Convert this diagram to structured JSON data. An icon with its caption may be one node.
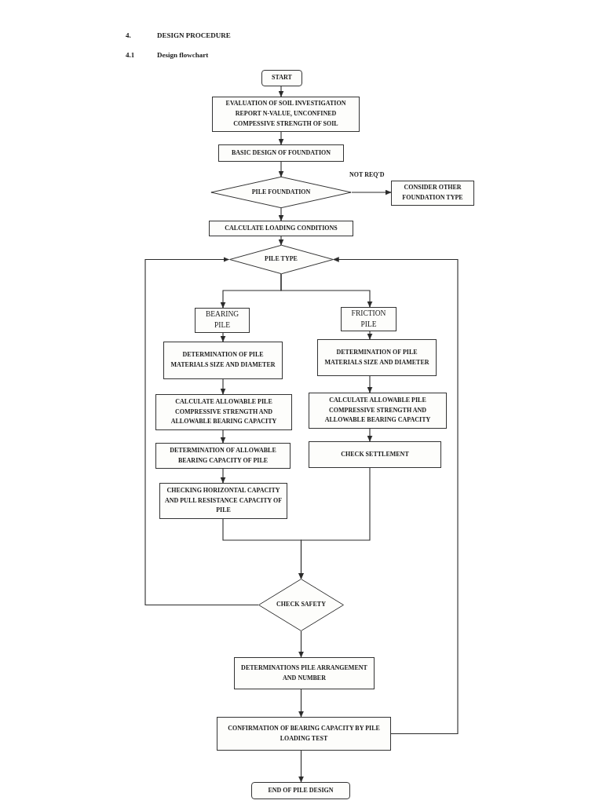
{
  "diagram": {
    "nodes": [
      {
        "text": [
          "START"
        ]
      },
      {
        "text": [
          "EVALUATION OF SOIL INVESTIGATION REPORT N-VALUE, UNCONFINED COMPESSIVE STRENGTH OF SOIL"
        ]
      },
      {
        "text": [
          "BASIC DESIGN OF FOUNDATION"
        ]
      },
      {
        "text": [
          "PILE FOUNDATION"
        ]
      },
      {
        "text": [
          "CONSIDER OTHER FOUNDATION TYPE"
        ]
      },
      {
        "text": [
          "CALCULATE LOADING CONDITIONS"
        ]
      },
      {
        "text": [
          "PILE TYPE"
        ]
      },
      {
        "text": [
          "BEARING PILE"
        ]
      },
      {
        "text": [
          "FRICTION PILE"
        ]
      },
      {
        "text": [
          "DETERMINATION OF PILE MATERIALS SIZE AND DIAMETER"
        ]
      },
      {
        "text": [
          "DETERMINATION OF PILE MATERIALS SIZE AND DIAMETER"
        ]
      },
      {
        "text": [
          "CALCULATE ALLOWABLE PILE COMPRESSIVE STRENGTH AND ALLOWABLE BEARING CAPACITY"
        ]
      },
      {
        "text": [
          "CALCULATE ALLOWABLE PILE COMPRESSIVE STRENGTH AND ALLOWABLE BEARING CAPACITY"
        ]
      },
      {
        "text": [
          "DETERMINATION OF ALLOWABLE BEARING CAPACITY OF PILE"
        ]
      },
      {
        "text": [
          "CHECK SETTLEMENT"
        ]
      },
      {
        "text": [
          "CHECKING HORIZONTAL CAPACITY AND PULL RESISTANCE CAPACITY OF PILE"
        ]
      },
      {
        "text": [
          "CHECK SAFETY"
        ]
      },
      {
        "text": [
          "DETERMINATIONS PILE ARRANGEMENT AND NUMBER"
        ]
      },
      {
        "text": [
          "CONFIRMATION OF BEARING CAPACITY BY PILE LOADING TEST"
        ]
      },
      {
        "text": [
          "END OF PILE DESIGN"
        ]
      }
    ],
    "edges": [
      {
        "from": 0,
        "to": 1,
        "arrow": "to"
      },
      {
        "from": 1,
        "to": 2,
        "arrow": "to"
      },
      {
        "from": 2,
        "to": 3,
        "arrow": "to"
      },
      {
        "from": 3,
        "to": 4,
        "arrow": "to",
        "label": "NOT REQ'D"
      },
      {
        "from": 3,
        "to": 5,
        "arrow": "to"
      },
      {
        "from": 5,
        "to": 6,
        "arrow": "to"
      },
      {
        "from": 6,
        "to": 7,
        "arrow": "to"
      },
      {
        "from": 6,
        "to": 8,
        "arrow": "to"
      },
      {
        "from": 7,
        "to": 9,
        "arrow": "to"
      },
      {
        "from": 9,
        "to": 11,
        "arrow": "to"
      },
      {
        "from": 11,
        "to": 13,
        "arrow": "to"
      },
      {
        "from": 13,
        "to": 15,
        "arrow": "to"
      },
      {
        "from": 8,
        "to": 10,
        "arrow": "to"
      },
      {
        "from": 10,
        "to": 12,
        "arrow": "to"
      },
      {
        "from": 12,
        "to": 14,
        "arrow": "to"
      },
      {
        "from": 15,
        "to": 16,
        "arrow": "to"
      },
      {
        "from": 14,
        "to": 16,
        "arrow": "to"
      },
      {
        "from": 16,
        "to": 6,
        "arrow": "to"
      },
      {
        "from": 16,
        "to": 17,
        "arrow": "to"
      },
      {
        "from": 17,
        "to": 18,
        "arrow": "to"
      },
      {
        "from": 18,
        "to": 6,
        "arrow": "to"
      },
      {
        "from": 18,
        "to": 19,
        "arrow": "to"
      }
    ],
    "labels": [
      "4.",
      "DESIGN PROCEDURE",
      "4.1",
      "Design flowchart"
    ]
  }
}
